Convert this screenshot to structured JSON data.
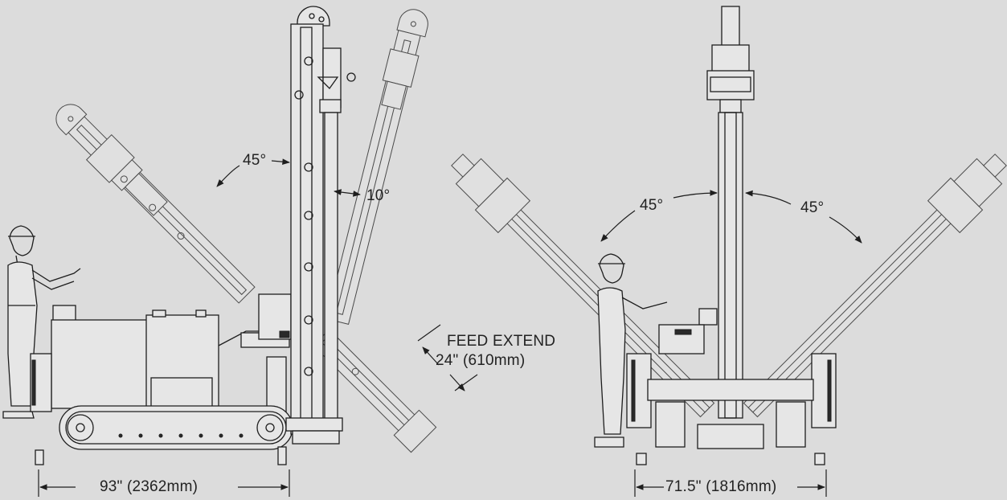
{
  "side_view": {
    "angle_tilt_label": "45°",
    "angle_mast_label": "10°",
    "feed_extend_title": "FEED EXTEND",
    "feed_extend_value": "24\" (610mm)",
    "length_label": "93\" (2362mm)"
  },
  "front_view": {
    "angle_left_label": "45°",
    "angle_right_label": "45°",
    "width_label": "71.5\" (1816mm)"
  },
  "colors": {
    "background": "#dcdcdc",
    "linework": "#1e1e1e",
    "ghost_linework": "#4a4a4a"
  }
}
